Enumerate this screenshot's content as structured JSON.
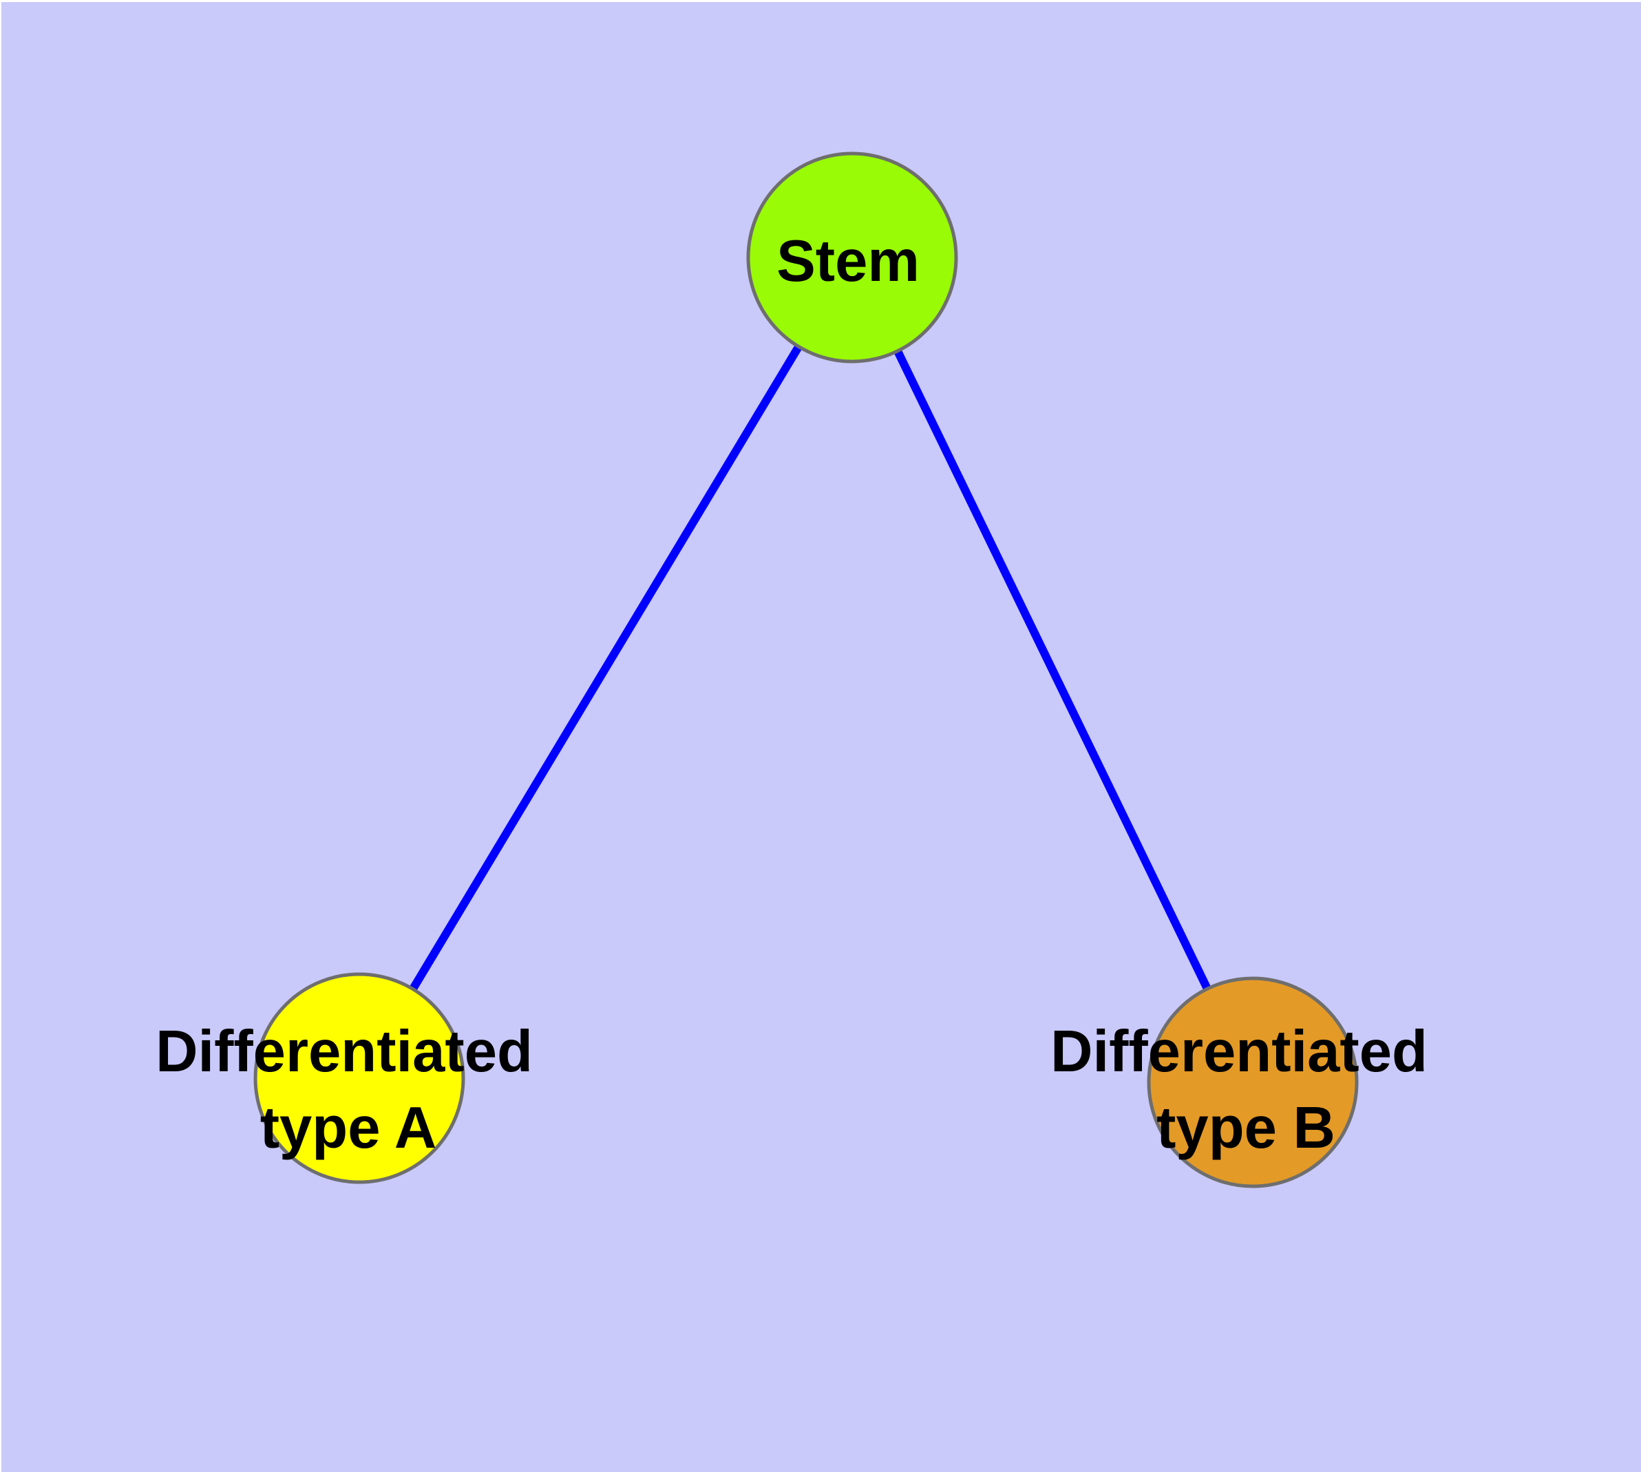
{
  "canvas": {
    "background_color": "#c9c9fa",
    "margin_color": "#ffffff"
  },
  "nodes": {
    "stem": {
      "label": "Stem",
      "fill": "#99fb05",
      "border_color": "#6e6e6e",
      "text_color": "#000000"
    },
    "type_a": {
      "label_line1": "Differentiated",
      "label_line2": "type A",
      "fill": "#ffff00",
      "border_color": "#6e6e6e",
      "text_color": "#000000"
    },
    "type_b": {
      "label_line1": "Differentiated",
      "label_line2": "type B",
      "fill": "#e49a26",
      "border_color": "#6e6e6e",
      "text_color": "#000000"
    }
  },
  "edges": {
    "color": "#0000ff",
    "stem_to_type_a": {
      "from": "Stem",
      "to": "Differentiated type A",
      "color": "#0000ff"
    },
    "stem_to_type_b": {
      "from": "Stem",
      "to": "Differentiated type B",
      "color": "#0000ff"
    }
  }
}
